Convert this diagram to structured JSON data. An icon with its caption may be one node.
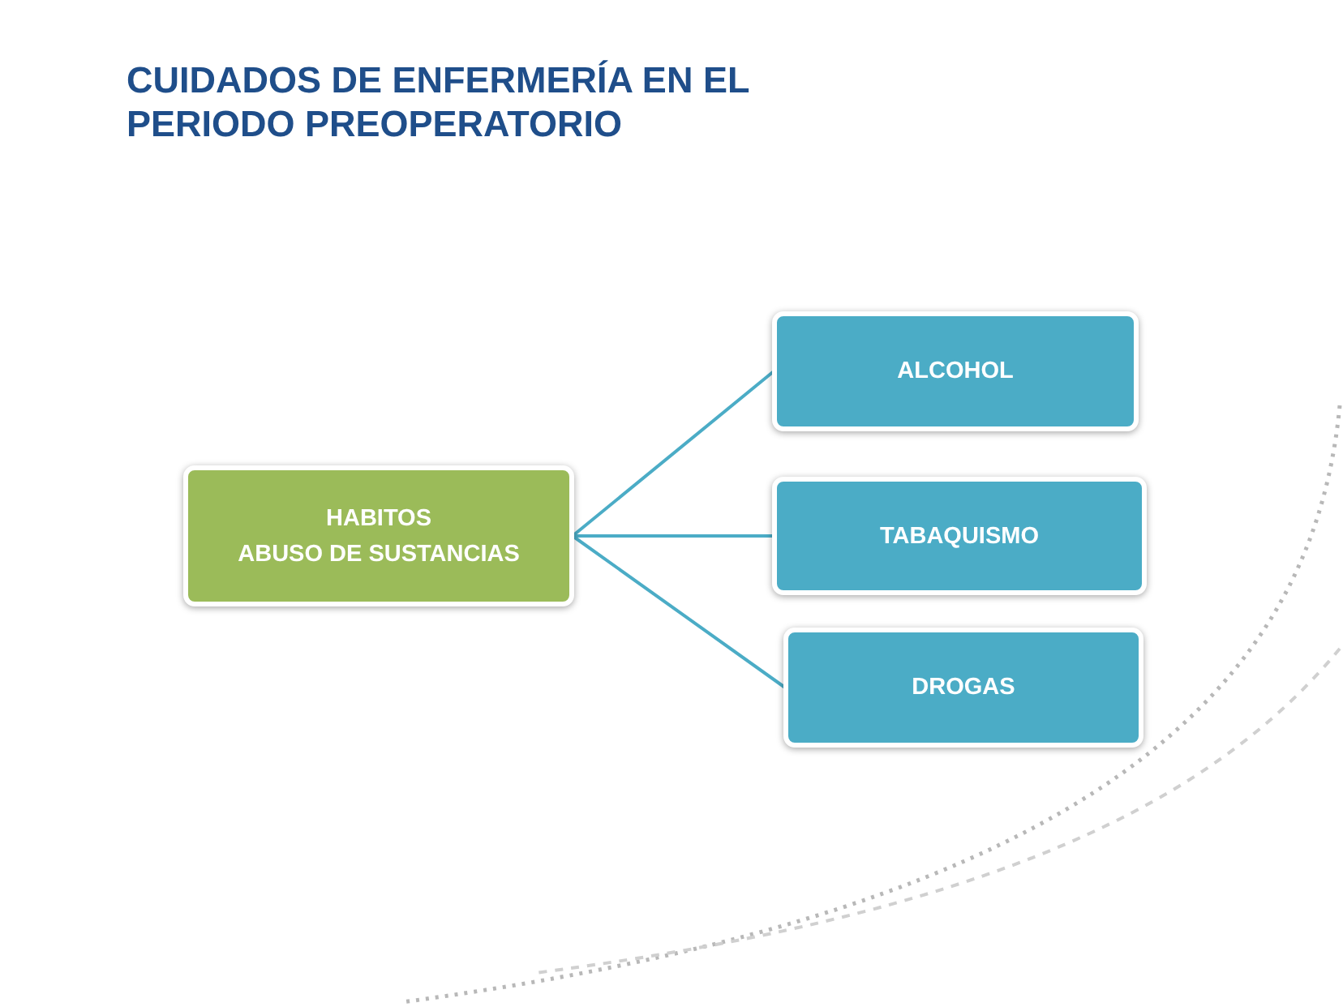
{
  "diagram": {
    "title": "CUIDADOS DE ENFERMERÍA EN EL PERIODO PREOPERATORIO",
    "nodes": [
      {
        "text": [
          "HABITOS",
          "ABUSO DE SUSTANCIAS"
        ]
      },
      {
        "text": [
          "ALCOHOL"
        ]
      },
      {
        "text": [
          "TABAQUISMO"
        ]
      },
      {
        "text": [
          "DROGAS"
        ]
      }
    ],
    "edges": [
      {
        "from": 0,
        "to": 1,
        "arrow": "none"
      },
      {
        "from": 0,
        "to": 2,
        "arrow": "none"
      },
      {
        "from": 0,
        "to": 3,
        "arrow": "none"
      }
    ]
  }
}
